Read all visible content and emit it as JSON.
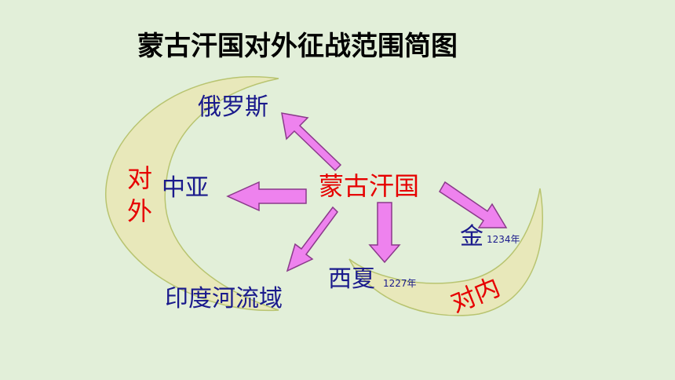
{
  "title": "蒙古汗国对外征战范围简图",
  "center": "蒙古汗国",
  "external_label": [
    "对",
    "外"
  ],
  "internal_label": "对内",
  "places": {
    "russia": "俄罗斯",
    "central_asia": "中亚",
    "indus": "印度河流域",
    "xixia": "西夏",
    "xixia_year": "1227年",
    "jin": "金",
    "jin_year": "1234年"
  },
  "colors": {
    "background": "#e2efd9",
    "crescent": "#e8e8ba",
    "arrow": "#ee82ee",
    "red_text": "#e60000",
    "blue_text": "#1a1a8c"
  }
}
